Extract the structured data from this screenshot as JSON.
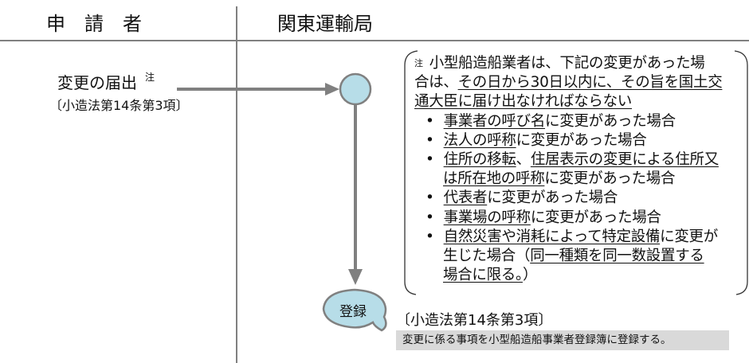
{
  "header": {
    "applicant": "申　請　者",
    "bureau": "関東運輸局"
  },
  "left": {
    "title": "変更の届出",
    "note_mark": "注",
    "law": "〔小造法第14条第3項〕"
  },
  "node": {
    "registration": "登録"
  },
  "colors": {
    "node_fill": "#b7dde8",
    "line": "#808080",
    "box": "#d9d9d9"
  },
  "note": {
    "mark": "注",
    "intro": [
      [
        {
          "t": "小型船造船業者は、下記の変更があった場",
          "u": false
        }
      ],
      [
        {
          "t": "合は、",
          "u": false
        },
        {
          "t": "その日から30日以内に、その旨を国土交",
          "u": true
        }
      ],
      [
        {
          "t": "通大臣に届け出なければならない",
          "u": true
        }
      ]
    ],
    "bullets": [
      [
        [
          {
            "t": "事業者の呼び名",
            "u": true
          },
          {
            "t": "に変更があった場合",
            "u": false
          }
        ]
      ],
      [
        [
          {
            "t": "法人の呼称",
            "u": true
          },
          {
            "t": "に変更があった場合",
            "u": false
          }
        ]
      ],
      [
        [
          {
            "t": "住所の移転",
            "u": true
          },
          {
            "t": "、",
            "u": false
          },
          {
            "t": "住居表示の変更による住所又",
            "u": true
          }
        ],
        [
          {
            "t": "は所在地の呼称",
            "u": true
          },
          {
            "t": "に変更があった場合",
            "u": false
          }
        ]
      ],
      [
        [
          {
            "t": "代表者",
            "u": true
          },
          {
            "t": "に変更があった場合",
            "u": false
          }
        ]
      ],
      [
        [
          {
            "t": "事業場の呼称",
            "u": true
          },
          {
            "t": "に変更があった場合",
            "u": false
          }
        ]
      ],
      [
        [
          {
            "t": "自然災害や消耗によって特定設備",
            "u": true
          },
          {
            "t": "に変更が",
            "u": false
          }
        ],
        [
          {
            "t": "生じた場合（",
            "u": false
          },
          {
            "t": "同一種類を同一数設置する",
            "u": true
          }
        ],
        [
          {
            "t": "場合に限る。",
            "u": true
          },
          {
            "t": "）",
            "u": false
          }
        ]
      ]
    ]
  },
  "result": {
    "law": "〔小造法第14条第3項〕",
    "description": "変更に係る事項を小型船造船事業者登録簿に登録する。"
  }
}
